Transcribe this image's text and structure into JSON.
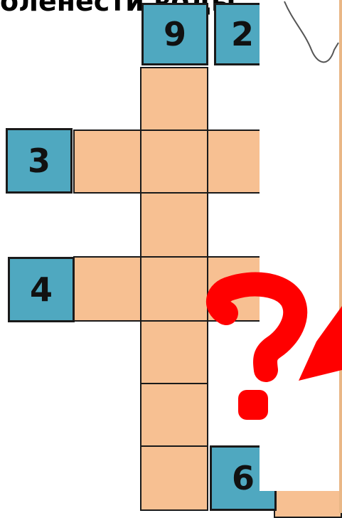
{
  "heading": {
    "text": "оленести воды"
  },
  "clues": {
    "n9": "9",
    "n2": "2",
    "n3": "3",
    "n4": "4",
    "n6": "6"
  },
  "overlay": {
    "symbol": "?",
    "color": "#ff0000"
  },
  "colors": {
    "cell": "#f7c092",
    "number_box": "#4fa8c0",
    "border": "#1a1a1a"
  }
}
